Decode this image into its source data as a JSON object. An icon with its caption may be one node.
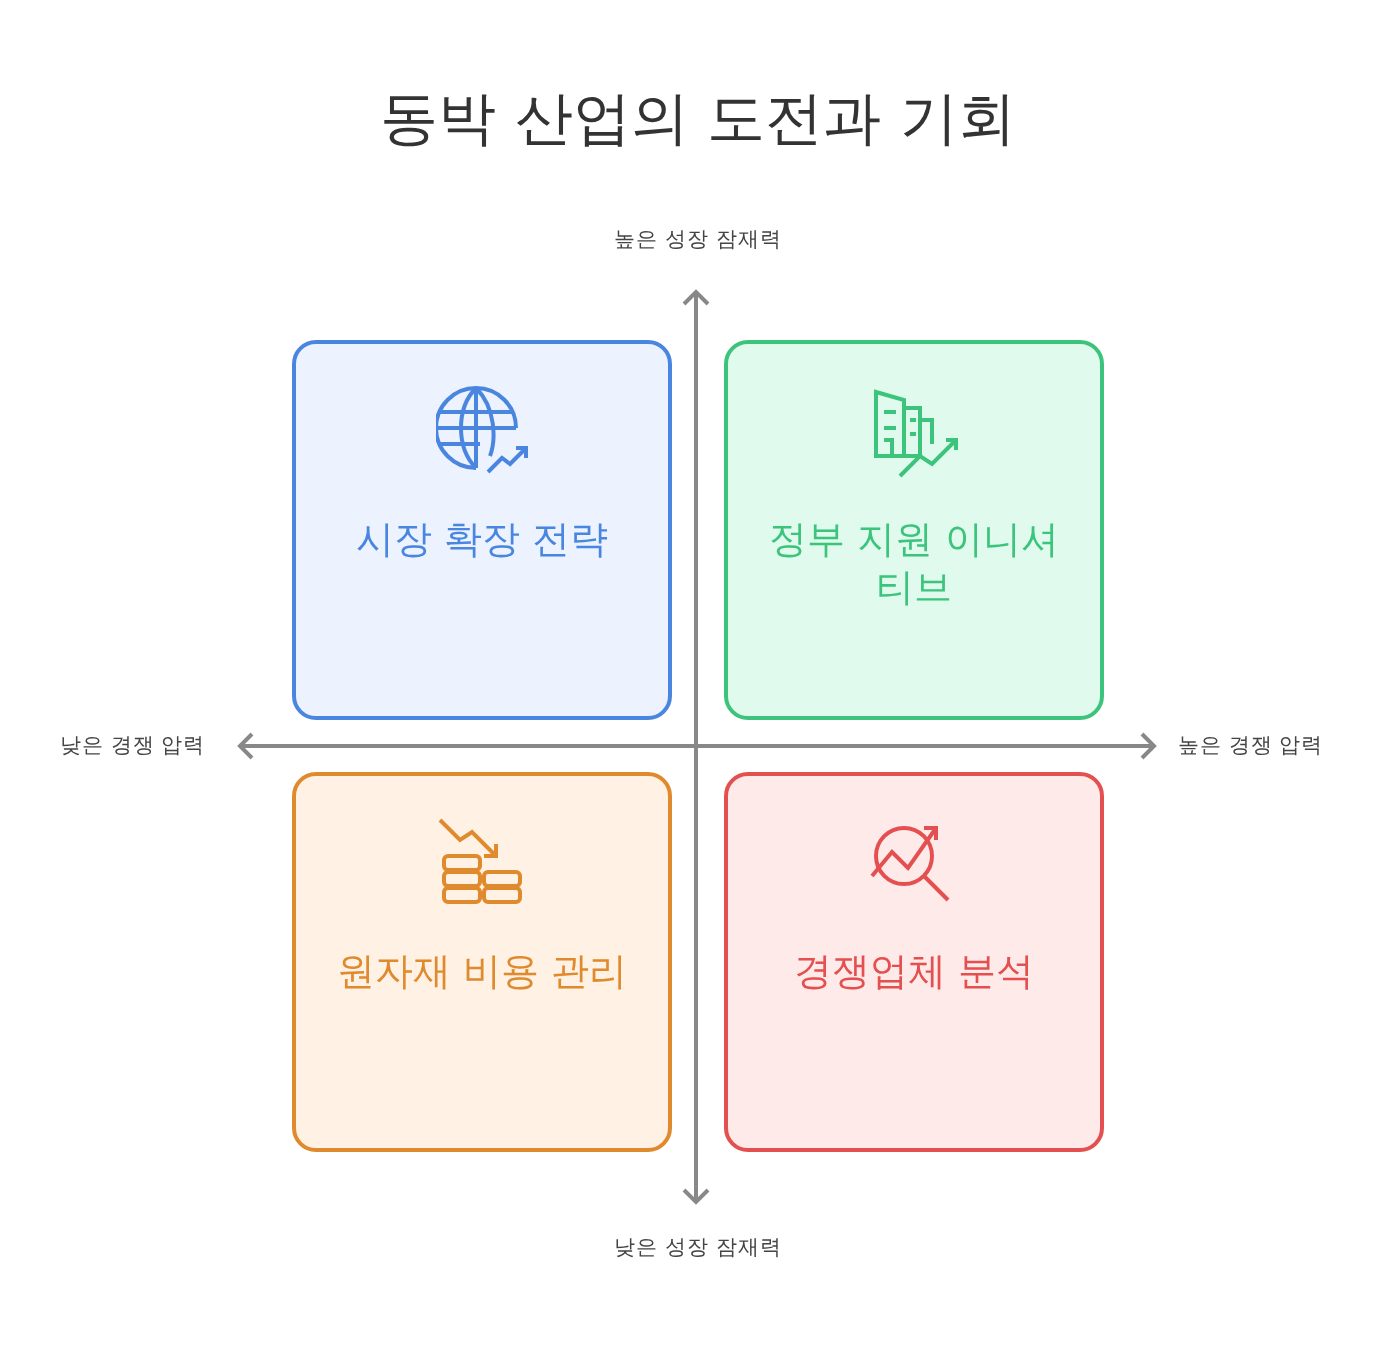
{
  "diagram": {
    "title": "동박 산업의 도전과 기회",
    "nodes": [
      {
        "text": [
          "시장 확장 전략"
        ]
      },
      {
        "text": [
          "정부 지원 이니셔티브"
        ]
      },
      {
        "text": [
          "원자재 비용 관리"
        ]
      },
      {
        "text": [
          "경쟁업체 분석"
        ]
      }
    ],
    "labels": [
      "높은 성장 잠재력",
      "낮은 경쟁 압력",
      "높은 경쟁 압력",
      "낮은 성장 잠재력"
    ]
  }
}
